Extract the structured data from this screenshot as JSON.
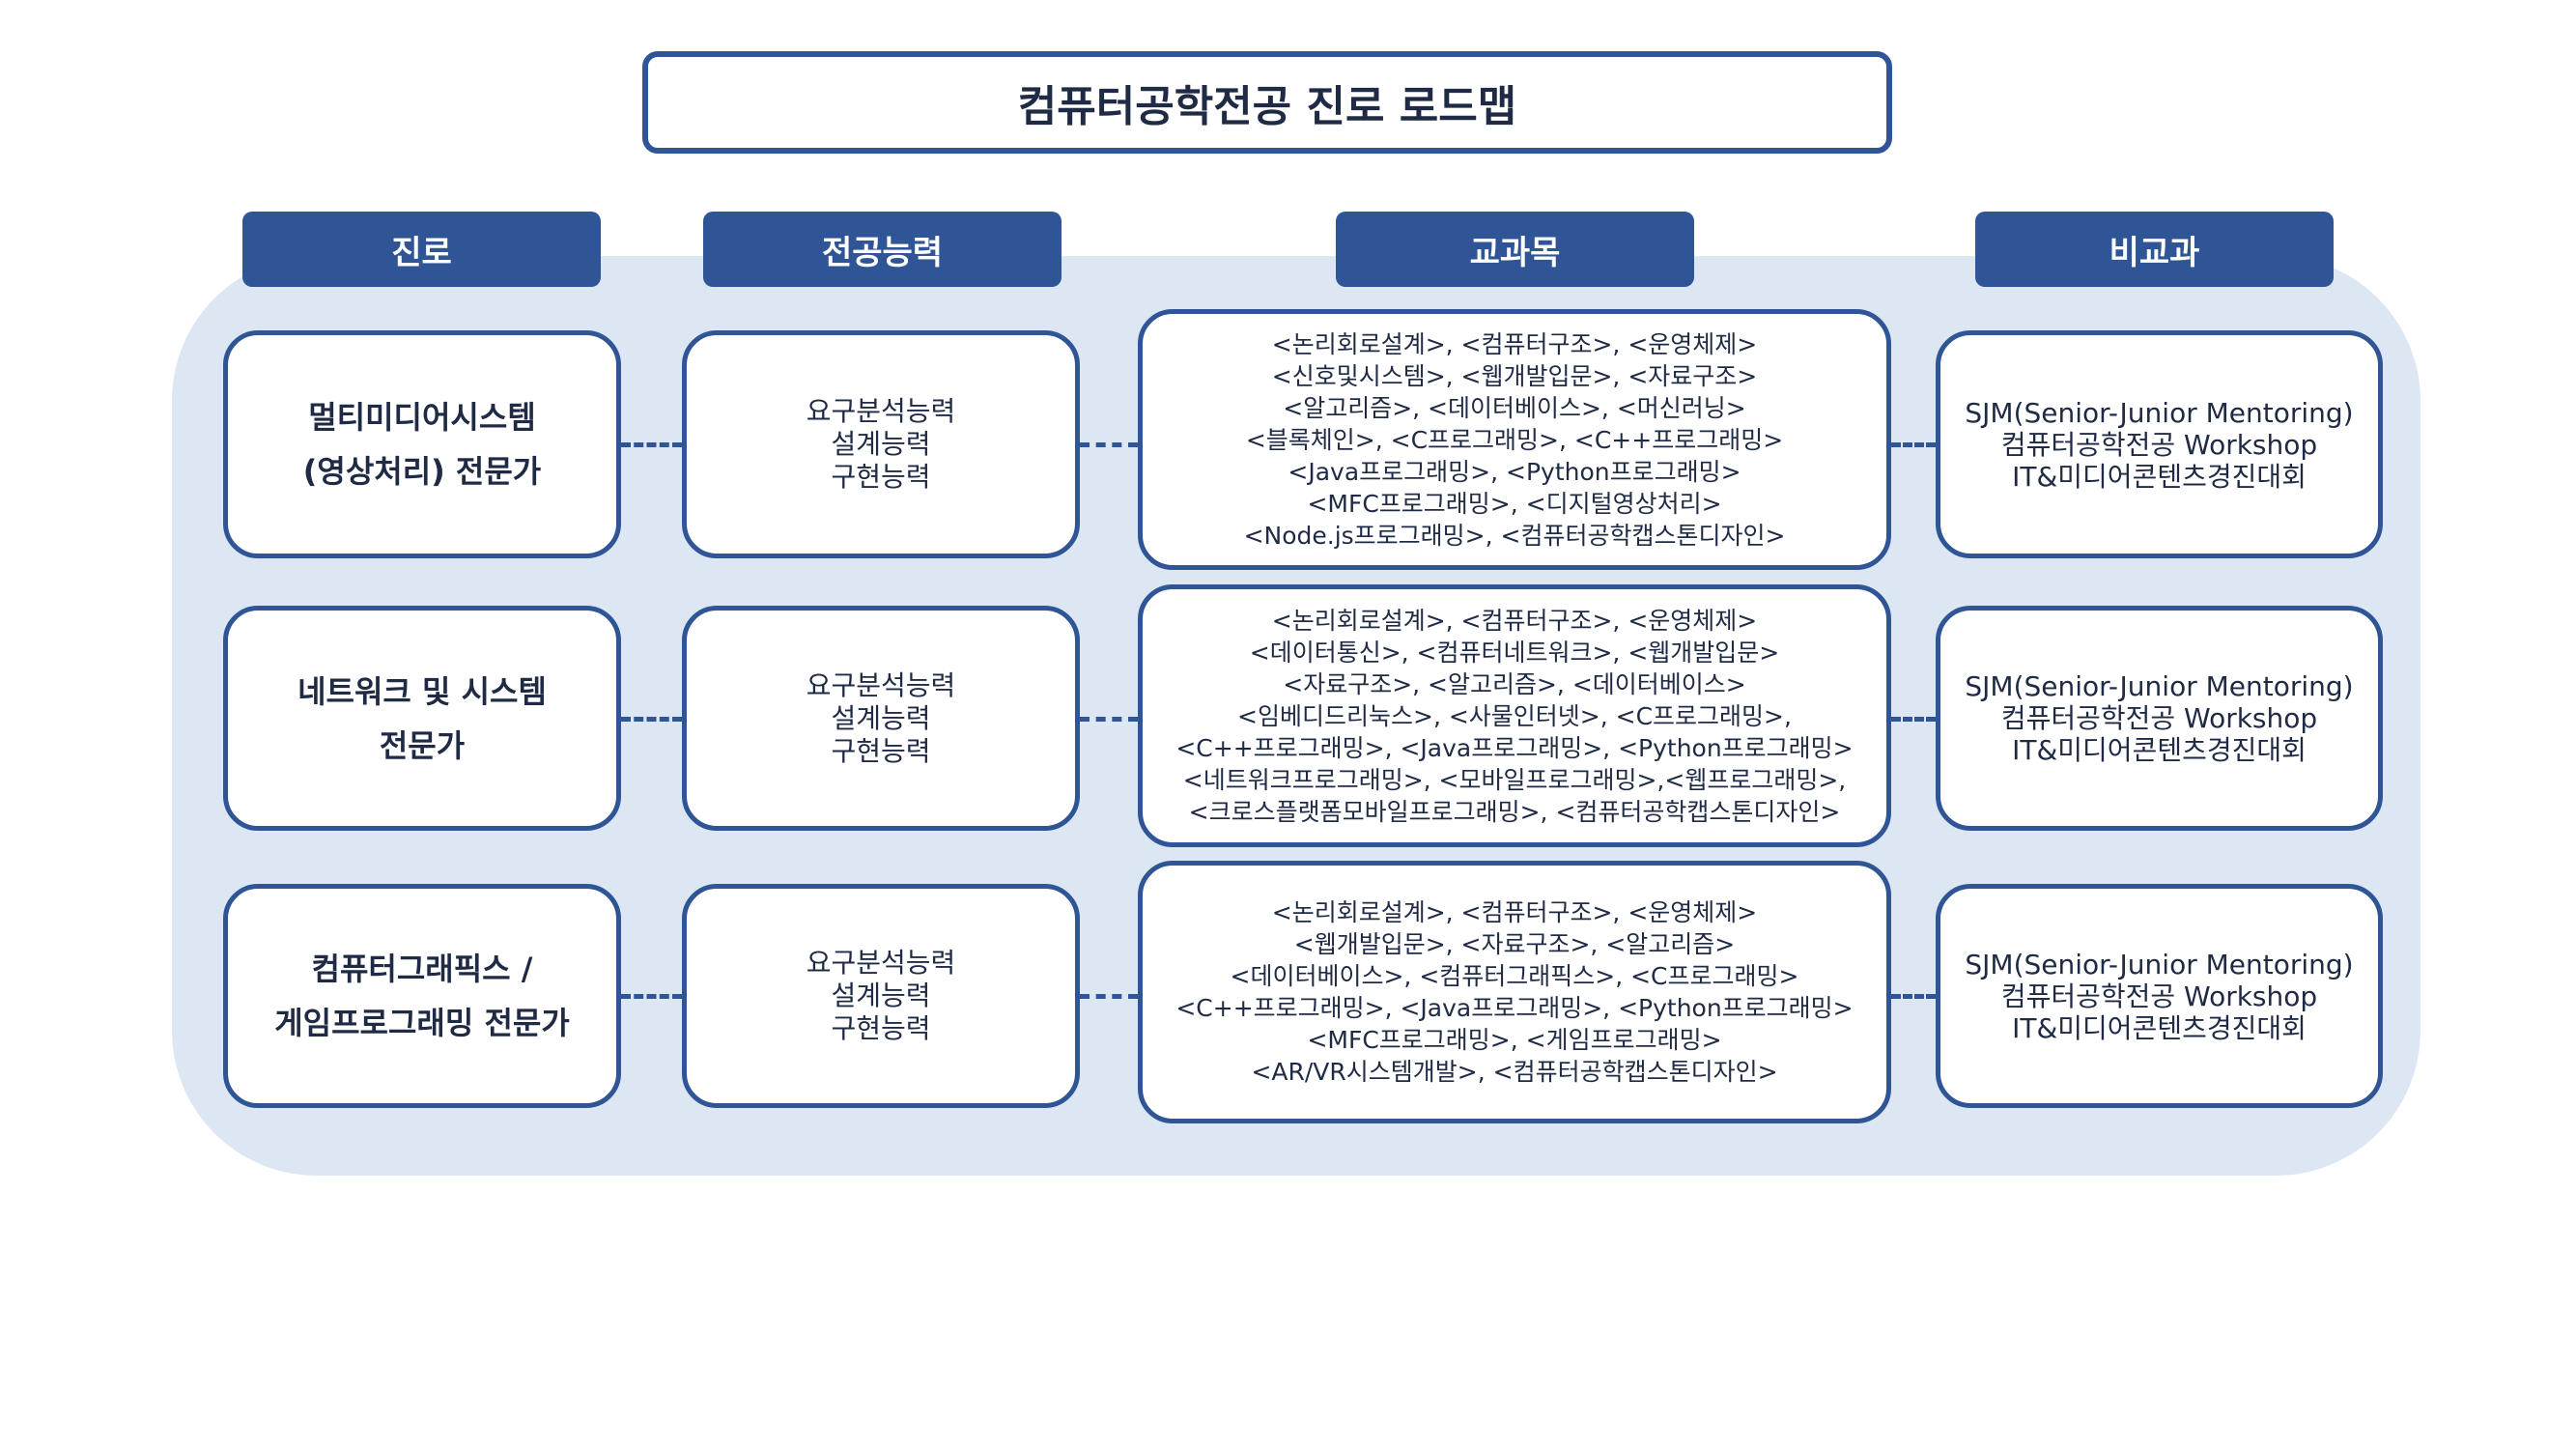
{
  "title": "컴퓨터공학전공 진로 로드맵",
  "headers": [
    "진로",
    "전공능력",
    "교과목",
    "비교과"
  ],
  "rows": [
    {
      "career": [
        "멀티미디어시스템",
        "(영상처리) 전문가"
      ],
      "skills": [
        "요구분석능력",
        "설계능력",
        "구현능력"
      ],
      "courses": [
        "<논리회로설계>, <컴퓨터구조>, <운영체제>",
        "<신호및시스템>, <웹개발입문>, <자료구조>",
        "<알고리즘>, <데이터베이스>, <머신러닝>",
        "<블록체인>, <C프로그래밍>, <C++프로그래밍>",
        "<Java프로그래밍>, <Python프로그래밍>",
        "<MFC프로그래밍>, <디지털영상처리>",
        "<Node.js프로그래밍>, <컴퓨터공학캡스톤디자인>"
      ],
      "extracurricular": [
        "SJM(Senior-Junior Mentoring)",
        "컴퓨터공학전공 Workshop",
        "IT&미디어콘텐츠경진대회"
      ]
    },
    {
      "career": [
        "네트워크 및 시스템",
        "전문가"
      ],
      "skills": [
        "요구분석능력",
        "설계능력",
        "구현능력"
      ],
      "courses": [
        "<논리회로설계>, <컴퓨터구조>, <운영체제>",
        "<데이터통신>, <컴퓨터네트워크>, <웹개발입문>",
        "<자료구조>, <알고리즘>, <데이터베이스>",
        "<임베디드리눅스>, <사물인터넷>,  <C프로그래밍>,",
        "<C++프로그래밍>, <Java프로그래밍>, <Python프로그래밍>",
        "<네트워크프로그래밍>, <모바일프로그래밍>,<웹프로그래밍>,",
        "<크로스플랫폼모바일프로그래밍>, <컴퓨터공학캡스톤디자인>"
      ],
      "extracurricular": [
        "SJM(Senior-Junior Mentoring)",
        "컴퓨터공학전공 Workshop",
        "IT&미디어콘텐츠경진대회"
      ]
    },
    {
      "career": [
        "컴퓨터그래픽스 /",
        "게임프로그래밍 전문가"
      ],
      "skills": [
        "요구분석능력",
        "설계능력",
        "구현능력"
      ],
      "courses": [
        "<논리회로설계>, <컴퓨터구조>, <운영체제>",
        "<웹개발입문>, <자료구조>, <알고리즘>",
        "<데이터베이스>, <컴퓨터그래픽스>, <C프로그래밍>",
        "<C++프로그래밍>, <Java프로그래밍>, <Python프로그래밍>",
        "<MFC프로그래밍>, <게임프로그래밍>",
        "<AR/VR시스템개발>, <컴퓨터공학캡스톤디자인>"
      ],
      "extracurricular": [
        "SJM(Senior-Junior Mentoring)",
        "컴퓨터공학전공 Workshop",
        "IT&미디어콘텐츠경진대회"
      ]
    }
  ],
  "colors": {
    "accent": "#2F5597",
    "panel": "#DDE7F4"
  }
}
